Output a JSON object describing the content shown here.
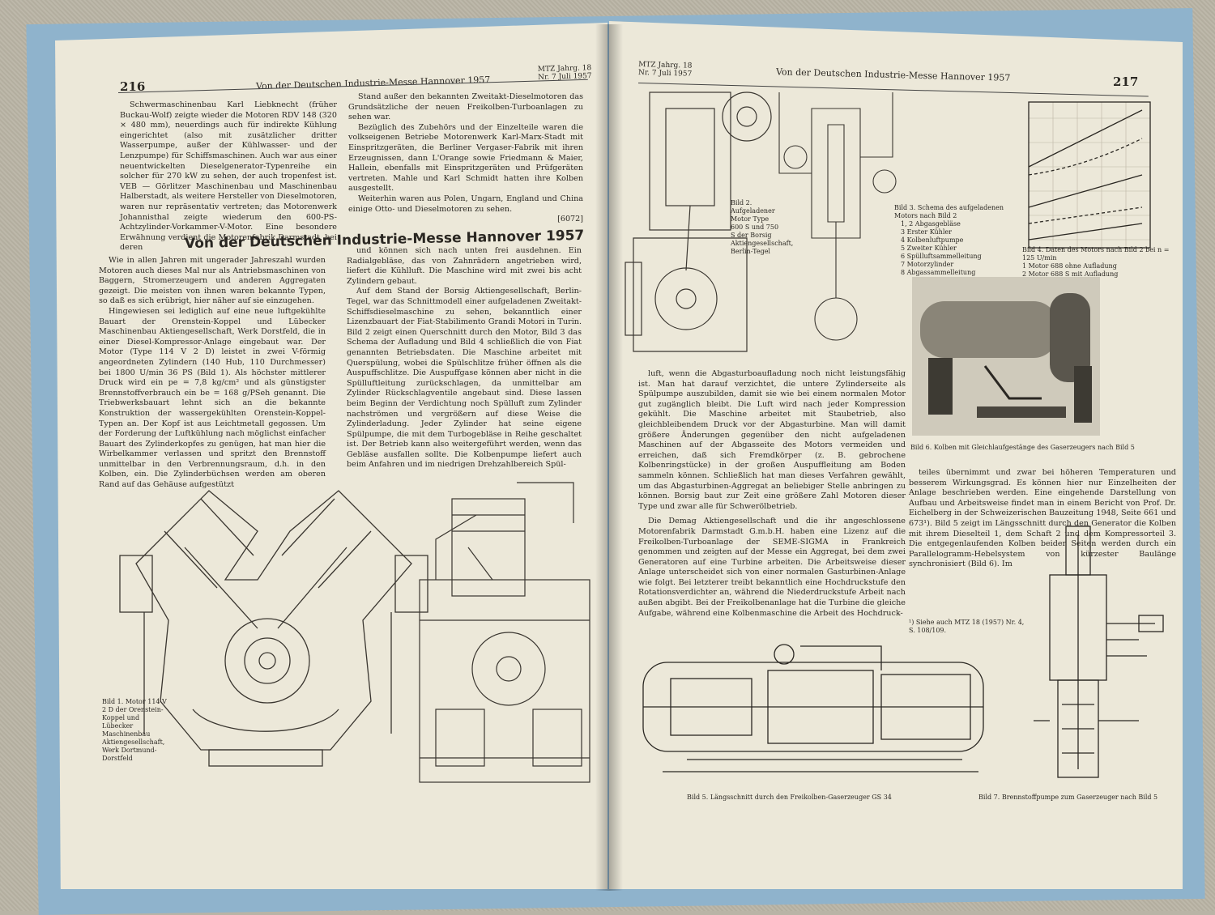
{
  "left_page": {
    "header": "Von der Deutschen Industrie-Messe Hannover 1957",
    "page_number": "216",
    "journal_ref": "MTZ Jahrg. 18 Nr. 7 Juli 1957",
    "col1_intro": "Schwermaschinenbau Karl Liebknecht (früher Buckau-Wolf) zeigte wieder die Motoren RDV 148 (320 × 480 mm), neuerdings auch für indirekte Kühlung eingerichtet (also mit zusätzlicher dritter Wasserpumpe, außer der Kühlwasser- und der Lenzpumpe) für Schiffsmaschinen. Auch war aus einer neuentwickelten Dieselgenerator-Typenreihe ein solcher für 270 kW zu sehen, der auch tropenfest ist. VEB — Görlitzer Maschinenbau und Maschinenbau Halberstadt, als weitere Hersteller von Dieselmotoren, waren nur repräsentativ vertreten; das Motorenwerk Johannisthal zeigte wiederum den 600-PS-Achtzylinder-Vorkammer-V-Motor. Eine besondere Erwähnung verdient die Motorenfabrik Darmstadt, bei deren",
    "col2_intro_p1": "Stand außer den bekannten Zweitakt-Dieselmotoren das Grundsätzliche der neuen Freikolben-Turboanlagen zu sehen war.",
    "col2_intro_p2": "Bezüglich des Zubehörs und der Einzelteile waren die volkseigenen Betriebe Motorenwerk Karl-Marx-Stadt mit Einspritzgeräten, die Berliner Vergaser-Fabrik mit ihren Erzeugnissen, dann L'Orange sowie Friedmann & Maier, Hallein, ebenfalls mit Einspritzgeräten und Prüfgeräten vertreten. Mahle und Karl Schmidt hatten ihre Kolben ausgestellt.",
    "col2_intro_p3": "Weiterhin waren aus Polen, Ungarn, England und China einige Otto- und Dieselmotoren zu sehen.",
    "col2_ref": "[6072]",
    "title": "Von der Deutschen Industrie-Messe Hannover 1957",
    "col1_p1": "Wie in allen Jahren mit ungerader Jahreszahl wurden Motoren auch dieses Mal nur als Antriebsmaschinen von Baggern, Stromerzeugern und anderen Aggregaten gezeigt. Die meisten von ihnen waren bekannte Typen, so daß es sich erübrigt, hier näher auf sie einzugehen.",
    "col1_p2": "Hingewiesen sei lediglich auf eine neue luftgekühlte Bauart der Orenstein-Koppel und Lübecker Maschinenbau Aktiengesellschaft, Werk Dorstfeld, die in einer Diesel-Kompressor-Anlage eingebaut war. Der Motor (Type 114 V 2 D) leistet in zwei V-förmig angeordneten Zylindern (140 Hub, 110 Durchmesser) bei 1800 U/min 36 PS (Bild 1). Als höchster mittlerer Druck wird ein pe = 7,8 kg/cm² und als günstigster Brennstoffverbrauch ein be = 168 g/PSeh genannt. Die Triebwerksbauart lehnt sich an die bekannte Konstruktion der wassergekühlten Orenstein-Koppel-Typen an. Der Kopf ist aus Leichtmetall gegossen. Um der Forderung der Luftkühlung nach möglichst einfacher Bauart des Zylinderkopfes zu genügen, hat man hier die Wirbelkammer verlassen und spritzt den Brennstoff unmittelbar in den Verbrennungsraum, d.h. in den Kolben, ein. Die Zylinderbüchsen werden am oberen Rand auf das Gehäuse aufgestützt",
    "col2_p1": "und können sich nach unten frei ausdehnen. Ein Radialgebläse, das von Zahnrädern angetrieben wird, liefert die Kühlluft. Die Maschine wird mit zwei bis acht Zylindern gebaut.",
    "col2_p2": "Auf dem Stand der Borsig Aktiengesellschaft, Berlin-Tegel, war das Schnittmodell einer aufgeladenen Zweitakt-Schiffsdieselmaschine zu sehen, bekanntlich einer Lizenzbauart der Fiat-Stabilimento Grandi Motori in Turin. Bild 2 zeigt einen Querschnitt durch den Motor, Bild 3 das Schema der Aufladung und Bild 4 schließlich die von Fiat genannten Betriebsdaten. Die Maschine arbeitet mit Querspülung, wobei die Spülschlitze früher öffnen als die Auspuffschlitze. Die Auspuffgase können aber nicht in die Spülluftleitung zurückschlagen, da unmittelbar am Zylinder Rückschlagventile angebaut sind. Diese lassen beim Beginn der Verdichtung noch Spülluft zum Zylinder nachströmen und vergrößern auf diese Weise die Zylinderladung. Jeder Zylinder hat seine eigene Spülpumpe, die mit dem Turbogebläse in Reihe geschaltet ist. Der Betrieb kann also weitergeführt werden, wenn das Gebläse ausfallen sollte. Die Kolbenpumpe liefert auch beim Anfahren und im niedrigen Drehzahlbereich Spül-",
    "fig1_caption": "Bild 1. Motor 114 V 2 D der Orenstein-Koppel und Lübecker Maschinenbau Aktiengesellschaft, Werk Dortmund-Dorstfeld"
  },
  "right_page": {
    "header": "Von der Deutschen Industrie-Messe Hannover 1957",
    "page_number": "217",
    "journal_ref": "MTZ Jahrg. 18 Nr. 7 Juli 1957",
    "fig2_caption": "Bild 2. Aufgeladener Motor Type 600 S und 750 S der Borsig Aktiengesellschaft, Berlin-Tegel",
    "fig3_caption": "Bild 3. Schema des aufgeladenen Motors nach Bild 2",
    "fig3_legend": [
      "1, 2 Abgasgebläse",
      "3 Erster Kühler",
      "4 Kolbenluftpumpe",
      "5 Zweiter Kühler",
      "6 Spülluftsammelleitung",
      "7 Motorzylinder",
      "8 Abgassammelleitung"
    ],
    "fig4_caption": "Bild 4. Daten des Motors nach Bild 2 bei n = 125 U/min",
    "fig4_legend": [
      "1 Motor 688 ohne Aufladung",
      "2 Motor 688 S mit Aufladung"
    ],
    "fig6_caption": "Bild 6. Kolben mit Gleichlaufgestänge des Gaserzeugers nach Bild 5",
    "col1_p1": "luft, wenn die Abgasturboaufladung noch nicht leistungsfähig ist. Man hat darauf verzichtet, die untere Zylinderseite als Spülpumpe auszubilden, damit sie wie bei einem normalen Motor gut zugänglich bleibt. Die Luft wird nach jeder Kompression gekühlt. Die Maschine arbeitet mit Staubetrieb, also gleichbleibendem Druck vor der Abgasturbine. Man will damit größere Änderungen gegenüber den nicht aufgeladenen Maschinen auf der Abgasseite des Motors vermeiden und erreichen, daß sich Fremdkörper (z. B. gebrochene Kolbenringstücke) in der großen Auspuffleitung am Boden sammeln können. Schließlich hat man dieses Verfahren gewählt, um das Abgasturbinen-Aggregat an beliebiger Stelle anbringen zu können. Borsig baut zur Zeit eine größere Zahl Motoren dieser Type und zwar alle für Schwerölbetrieb.",
    "col1_p2": "Die Demag Aktiengesellschaft und die ihr angeschlossene Motorenfabrik Darmstadt G.m.b.H. haben eine Lizenz auf die Freikolben-Turboanlage der SEME-SIGMA in Frankreich genommen und zeigten auf der Messe ein Aggregat, bei dem zwei Generatoren auf eine Turbine arbeiten. Die Arbeitsweise dieser Anlage unterscheidet sich von einer normalen Gasturbinen-Anlage wie folgt. Bei letzterer treibt bekanntlich eine Hochdruckstufe den Rotationsverdichter an, während die Niederdruckstufe Arbeit nach außen abgibt. Bei der Freikolbenanlage hat die Turbine die gleiche Aufgabe, während eine Kolbenmaschine die Arbeit des Hochdruck-",
    "col2_p1": "teiles übernimmt und zwar bei höheren Temperaturen und besserem Wirkungsgrad. Es können hier nur Einzelheiten der Anlage beschrieben werden. Eine eingehende Darstellung von Aufbau und Arbeitsweise findet man in einem Bericht von Prof. Dr. Eichelberg in der Schweizerischen Bauzeitung 1948, Seite 661 und 673¹). Bild 5 zeigt im Längsschnitt durch den Generator die Kolben mit ihrem Dieselteil 1, dem Schaft 2 und dem Kompressorteil 3. Die entgegenlaufenden Kolben beider Seiten werden durch ein Parallelogramm-Hebelsystem von kürzester Baulänge synchronisiert (Bild 6). Im",
    "footnote": "¹) Siehe auch MTZ 18 (1957) Nr. 4, S. 108/109.",
    "fig5_caption": "Bild 5. Längsschnitt durch den Freikolben-Gaserzeuger GS 34",
    "fig7_caption": "Bild 7. Brennstoffpumpe zum Gaserzeuger nach Bild 5"
  }
}
